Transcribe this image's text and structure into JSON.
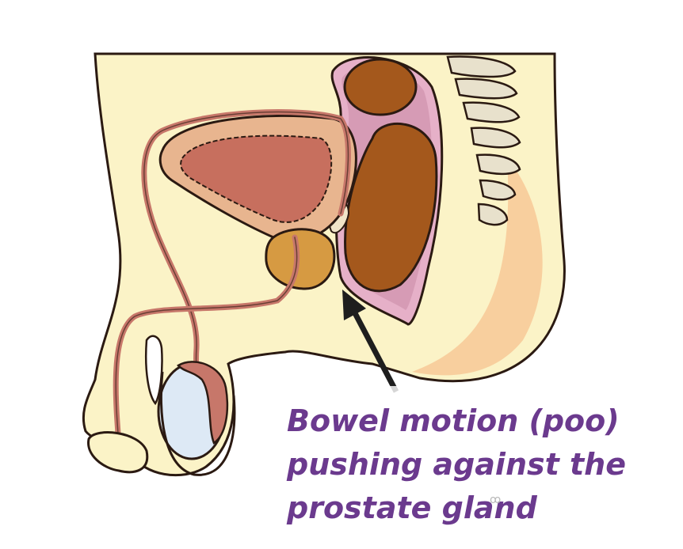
{
  "caption": {
    "lines": [
      "Bowel motion (poo)",
      "pushing against the",
      "prostate gland"
    ]
  },
  "colors": {
    "skin": "#fbf3c7",
    "skin_shadow": "#f8cf9e",
    "outline": "#2b1a12",
    "tube": "#c7776a",
    "bladder_wall": "#e8b58f",
    "bladder_inner": "#c76f5e",
    "prostate": "#d69a42",
    "rectum_wall": "#c88aa6",
    "rectum_inner": "#e6b0c8",
    "stool": "#a4581c",
    "spine": "#e8e1cc",
    "testis": "#dde9f5",
    "caption_text": "#6b3a8e"
  },
  "watermark": "ꝏ"
}
